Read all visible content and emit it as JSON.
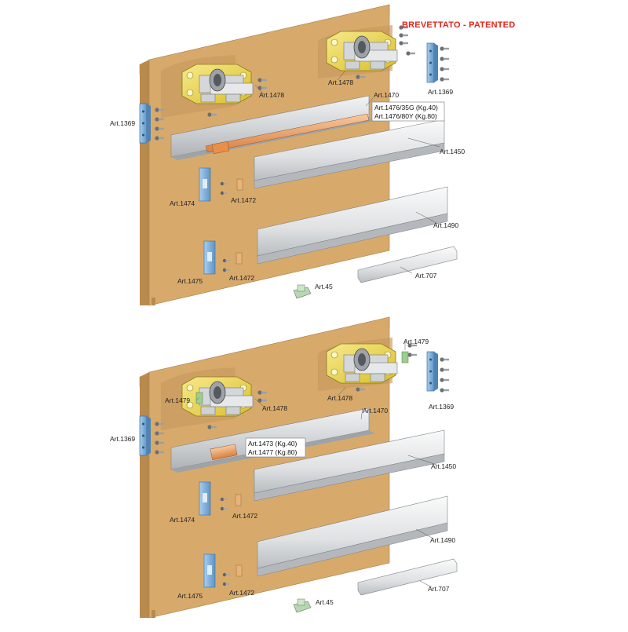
{
  "badge": "BREVETTATO - PATENTED",
  "top": {
    "labels": {
      "a1478_left": "Art.1478",
      "a1478_right": "Art.1478",
      "a1470": "Art.1470",
      "a1369_left": "Art.1369",
      "a1369_right": "Art.1369",
      "a1450": "Art.1450",
      "a1474": "Art.1474",
      "a1472_a": "Art.1472",
      "a1490": "Art.1490",
      "a1475": "Art.1475",
      "a1472_b": "Art.1472",
      "a707": "Art.707",
      "a45": "Art.45"
    },
    "box_lines": [
      "Art.1476/35G (Kg.40)",
      "Art.1476/80Y (Kg.80)"
    ]
  },
  "bottom": {
    "labels": {
      "a1479_left": "Art.1479",
      "a1479_right": "Art.1479",
      "a1478_left": "Art.1478",
      "a1478_right": "Art.1478",
      "a1470": "Art.1470",
      "a1369_left": "Art.1369",
      "a1369_right": "Art.1369",
      "a1450": "Art.1450",
      "a1474": "Art.1474",
      "a1472_a": "Art.1472",
      "a1490": "Art.1490",
      "a1475": "Art.1475",
      "a1472_b": "Art.1472",
      "a707": "Art.707",
      "a45": "Art.45"
    },
    "box_lines": [
      "Art.1473 (Kg.40)",
      "Art.1477 (Kg.80)"
    ]
  },
  "colors": {
    "wood_front": "#d7aa6c",
    "wood_top": "#e7c38e",
    "wood_side": "#b98a4d",
    "bracket_yellow": "#f0dc55",
    "bracket_blue": "#7fb2dd",
    "rail_grey": "#d6d8da",
    "damper_orange": "#e79a5c",
    "badge_red": "#e1261c",
    "label_text": "#222222"
  },
  "icons": [
    "screw-icon",
    "bracket-icon",
    "wheel-icon"
  ]
}
